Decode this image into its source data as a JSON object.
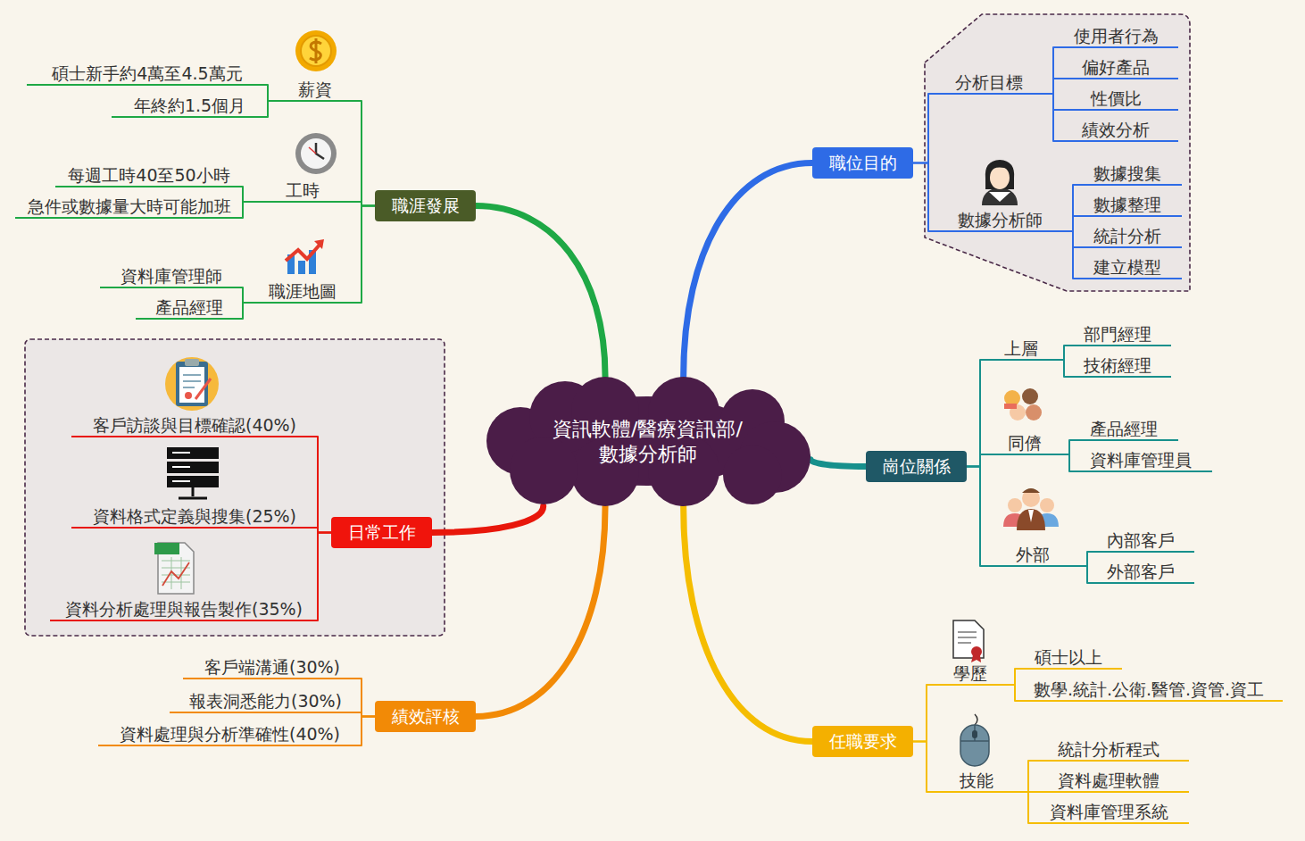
{
  "diagram": {
    "nodes": [
      {
        "text": [
          "資訊軟體/醫療資訊部/ 數據分析師"
        ]
      },
      {
        "text": [
          "職位目的"
        ]
      },
      {
        "text": [
          "分析目標"
        ]
      },
      {
        "text": [
          "使用者行為"
        ]
      },
      {
        "text": [
          "偏好產品"
        ]
      },
      {
        "text": [
          "性價比"
        ]
      },
      {
        "text": [
          "績效分析"
        ]
      },
      {
        "text": [
          "數據分析師"
        ]
      },
      {
        "text": [
          "數據搜集"
        ]
      },
      {
        "text": [
          "數據整理"
        ]
      },
      {
        "text": [
          "統計分析"
        ]
      },
      {
        "text": [
          "建立模型"
        ]
      },
      {
        "text": [
          "崗位關係"
        ]
      },
      {
        "text": [
          "上層"
        ]
      },
      {
        "text": [
          "部門經理"
        ]
      },
      {
        "text": [
          "技術經理"
        ]
      },
      {
        "text": [
          "同儕"
        ]
      },
      {
        "text": [
          "產品經理"
        ]
      },
      {
        "text": [
          "資料庫管理員"
        ]
      },
      {
        "text": [
          "外部"
        ]
      },
      {
        "text": [
          "內部客戶"
        ]
      },
      {
        "text": [
          "外部客戶"
        ]
      },
      {
        "text": [
          "任職要求"
        ]
      },
      {
        "text": [
          "學歷"
        ]
      },
      {
        "text": [
          "碩士以上"
        ]
      },
      {
        "text": [
          "數學.統計.公衛.醫管.資管.資工"
        ]
      },
      {
        "text": [
          "技能"
        ]
      },
      {
        "text": [
          "統計分析程式"
        ]
      },
      {
        "text": [
          "資料處理軟體"
        ]
      },
      {
        "text": [
          "資料庫管理系統"
        ]
      },
      {
        "text": [
          "績效評核"
        ]
      },
      {
        "text": [
          "客戶端溝通(30%)"
        ]
      },
      {
        "text": [
          "報表洞悉能力(30%)"
        ]
      },
      {
        "text": [
          "資料處理與分析準確性(40%)"
        ]
      },
      {
        "text": [
          "日常工作"
        ]
      },
      {
        "text": [
          "客戶訪談與目標確認(40%)"
        ]
      },
      {
        "text": [
          "資料格式定義與搜集(25%)"
        ]
      },
      {
        "text": [
          "資料分析處理與報告製作(35%)"
        ]
      },
      {
        "text": [
          "職涯發展"
        ]
      },
      {
        "text": [
          "薪資"
        ]
      },
      {
        "text": [
          "碩士新手約4萬至4.5萬元"
        ]
      },
      {
        "text": [
          "年終約1.5個月"
        ]
      },
      {
        "text": [
          "工時"
        ]
      },
      {
        "text": [
          "每週工時40至50小時"
        ]
      },
      {
        "text": [
          "急件或數據量大時可能加班"
        ]
      },
      {
        "text": [
          "職涯地圖"
        ]
      },
      {
        "text": [
          "資料庫管理師"
        ]
      },
      {
        "text": [
          "產品經理"
        ]
      }
    ],
    "edges": [
      {
        "from": 0,
        "to": 1,
        "arrow": "none"
      },
      {
        "from": 1,
        "to": 2,
        "arrow": "none"
      },
      {
        "from": 2,
        "to": 3,
        "arrow": "none"
      },
      {
        "from": 2,
        "to": 4,
        "arrow": "none"
      },
      {
        "from": 2,
        "to": 5,
        "arrow": "none"
      },
      {
        "from": 2,
        "to": 6,
        "arrow": "none"
      },
      {
        "from": 1,
        "to": 7,
        "arrow": "none"
      },
      {
        "from": 7,
        "to": 8,
        "arrow": "none"
      },
      {
        "from": 7,
        "to": 9,
        "arrow": "none"
      },
      {
        "from": 7,
        "to": 10,
        "arrow": "none"
      },
      {
        "from": 7,
        "to": 11,
        "arrow": "none"
      },
      {
        "from": 0,
        "to": 12,
        "arrow": "none"
      },
      {
        "from": 12,
        "to": 13,
        "arrow": "none"
      },
      {
        "from": 13,
        "to": 14,
        "arrow": "none"
      },
      {
        "from": 13,
        "to": 15,
        "arrow": "none"
      },
      {
        "from": 12,
        "to": 16,
        "arrow": "none"
      },
      {
        "from": 16,
        "to": 17,
        "arrow": "none"
      },
      {
        "from": 16,
        "to": 18,
        "arrow": "none"
      },
      {
        "from": 12,
        "to": 19,
        "arrow": "none"
      },
      {
        "from": 19,
        "to": 20,
        "arrow": "none"
      },
      {
        "from": 19,
        "to": 21,
        "arrow": "none"
      },
      {
        "from": 0,
        "to": 22,
        "arrow": "none"
      },
      {
        "from": 22,
        "to": 23,
        "arrow": "none"
      },
      {
        "from": 23,
        "to": 24,
        "arrow": "none"
      },
      {
        "from": 23,
        "to": 25,
        "arrow": "none"
      },
      {
        "from": 22,
        "to": 26,
        "arrow": "none"
      },
      {
        "from": 26,
        "to": 27,
        "arrow": "none"
      },
      {
        "from": 26,
        "to": 28,
        "arrow": "none"
      },
      {
        "from": 26,
        "to": 29,
        "arrow": "none"
      },
      {
        "from": 0,
        "to": 30,
        "arrow": "none"
      },
      {
        "from": 30,
        "to": 31,
        "arrow": "none"
      },
      {
        "from": 30,
        "to": 32,
        "arrow": "none"
      },
      {
        "from": 30,
        "to": 33,
        "arrow": "none"
      },
      {
        "from": 0,
        "to": 34,
        "arrow": "none"
      },
      {
        "from": 34,
        "to": 35,
        "arrow": "none"
      },
      {
        "from": 34,
        "to": 36,
        "arrow": "none"
      },
      {
        "from": 34,
        "to": 37,
        "arrow": "none"
      },
      {
        "from": 0,
        "to": 38,
        "arrow": "none"
      },
      {
        "from": 38,
        "to": 39,
        "arrow": "none"
      },
      {
        "from": 39,
        "to": 40,
        "arrow": "none"
      },
      {
        "from": 39,
        "to": 41,
        "arrow": "none"
      },
      {
        "from": 38,
        "to": 42,
        "arrow": "none"
      },
      {
        "from": 42,
        "to": 43,
        "arrow": "none"
      },
      {
        "from": 42,
        "to": 44,
        "arrow": "none"
      },
      {
        "from": 38,
        "to": 45,
        "arrow": "none"
      },
      {
        "from": 45,
        "to": 46,
        "arrow": "none"
      },
      {
        "from": 45,
        "to": 47,
        "arrow": "none"
      }
    ]
  }
}
